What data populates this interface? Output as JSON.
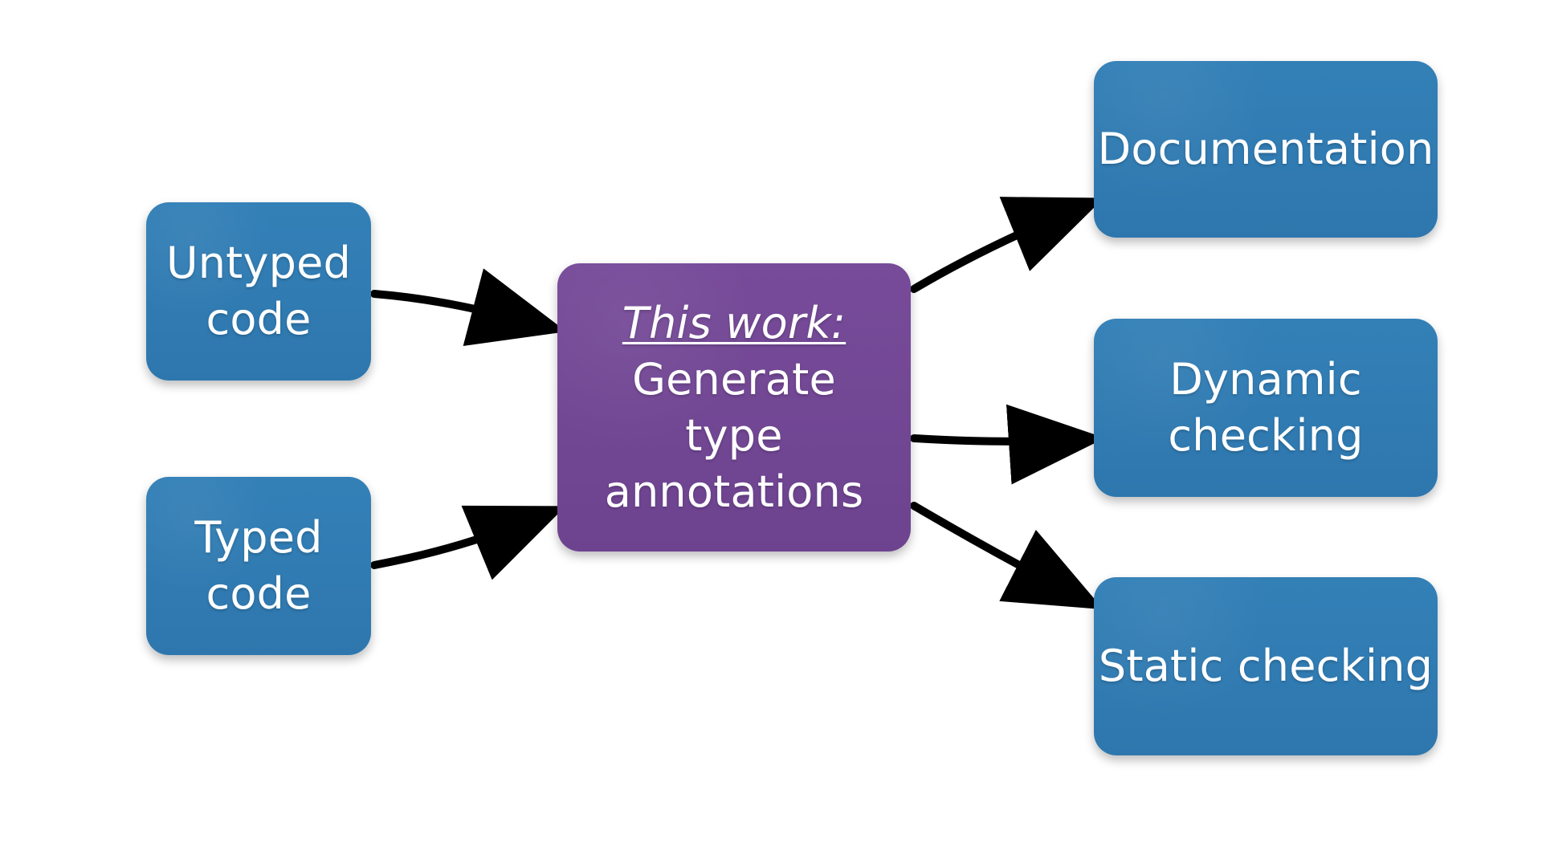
{
  "inputs": [
    {
      "lines": [
        "Untyped",
        "code"
      ]
    },
    {
      "lines": [
        "Typed",
        "code"
      ]
    }
  ],
  "center": {
    "lines": [
      "This work:",
      "Generate",
      "type",
      "annotations"
    ]
  },
  "outputs": [
    {
      "lines": [
        "Documentation"
      ]
    },
    {
      "lines": [
        "Dynamic",
        "checking"
      ]
    },
    {
      "lines": [
        "Static checking"
      ]
    }
  ],
  "colors": {
    "blue": "#2f79b0",
    "purple": "#71468f",
    "arrow": "#000000"
  }
}
